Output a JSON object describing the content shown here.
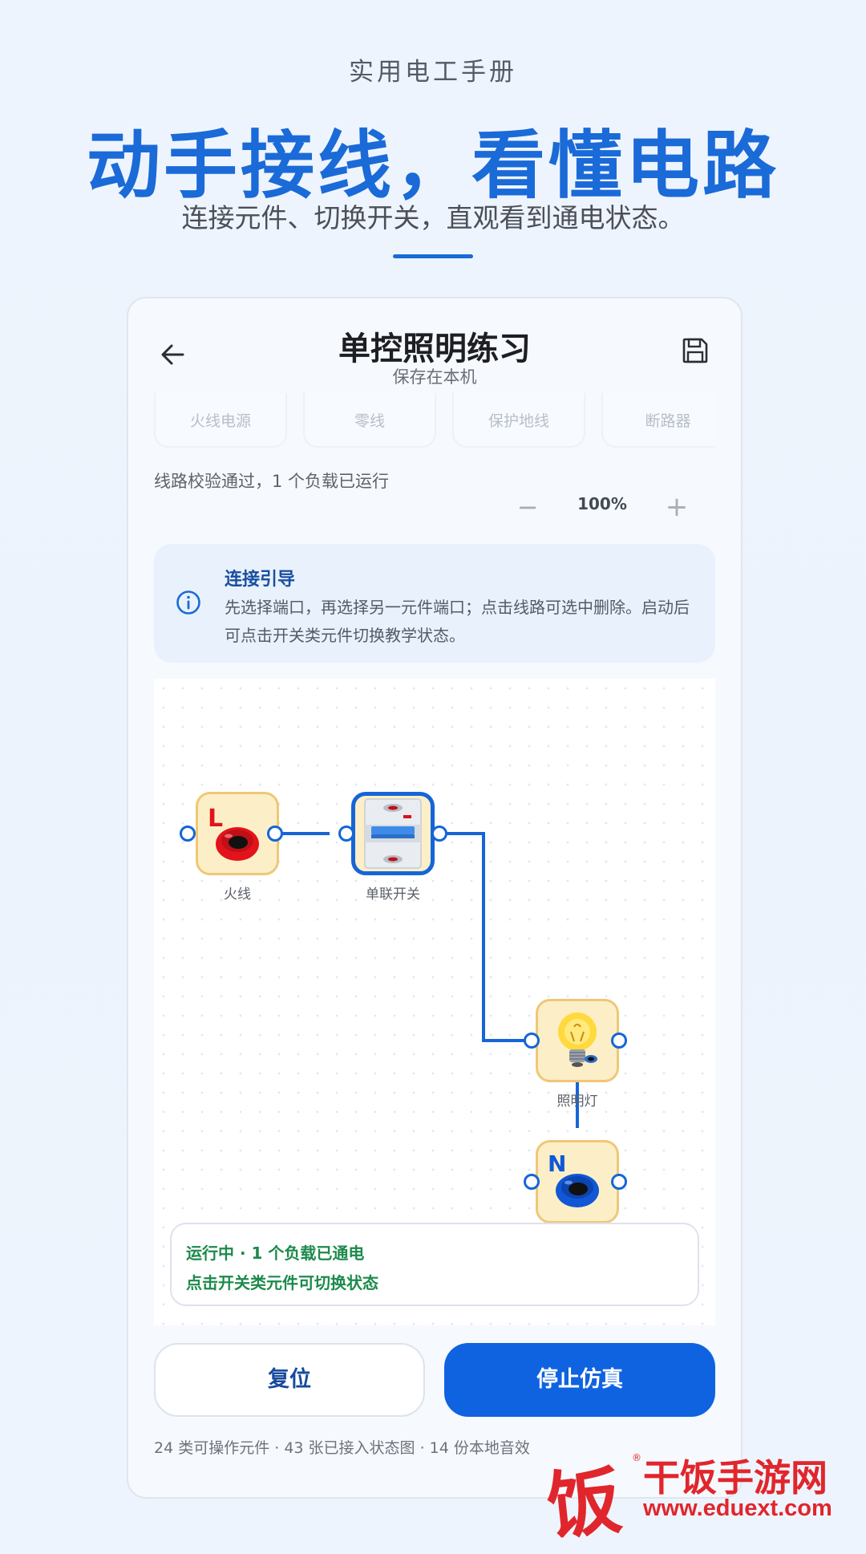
{
  "promo": {
    "eyebrow": "实用电工手册",
    "title": "动手接线，看懂电路",
    "subtitle": "连接元件、切换开关，直观看到通电状态。"
  },
  "header": {
    "title": "单控照明练习",
    "subtitle": "保存在本机",
    "back_icon": "arrow-left-icon",
    "save_icon": "floppy-disk-icon"
  },
  "palette": {
    "items": [
      {
        "label": "火线电源"
      },
      {
        "label": "零线"
      },
      {
        "label": "保护地线"
      },
      {
        "label": "断路器"
      }
    ]
  },
  "status": {
    "validation": "线路校验通过，1 个负载已运行"
  },
  "zoom": {
    "minus": "−",
    "level": "100%",
    "plus": "+"
  },
  "guide": {
    "icon": "info-icon",
    "title": "连接引导",
    "body": "先选择端口，再选择另一元件端口；点击线路可选中删除。启动后可点击开关类元件切换教学状态。"
  },
  "canvas": {
    "nodes": {
      "live": {
        "label": "火线",
        "badge": "L"
      },
      "switch": {
        "label": "单联开关"
      },
      "lamp": {
        "label": "照明灯"
      },
      "neutral": {
        "label": "",
        "badge": "N"
      }
    },
    "colors": {
      "wire": "#1565d8",
      "node_fill": "#fcefc7",
      "node_border": "#efc777",
      "live_terminal": "#e3131b",
      "neutral_terminal": "#1157d6"
    }
  },
  "run_status": {
    "line1": "运行中 · 1 个负载已通电",
    "line2": "点击开关类元件可切换状态"
  },
  "actions": {
    "reset": "复位",
    "stop": "停止仿真"
  },
  "footer": {
    "stats": "24 类可操作元件 · 43 张已接入状态图 · 14 份本地音效"
  },
  "watermark": {
    "mark": "饭",
    "name": "干饭手游网",
    "url": "www.eduext.com",
    "reg": "®"
  }
}
